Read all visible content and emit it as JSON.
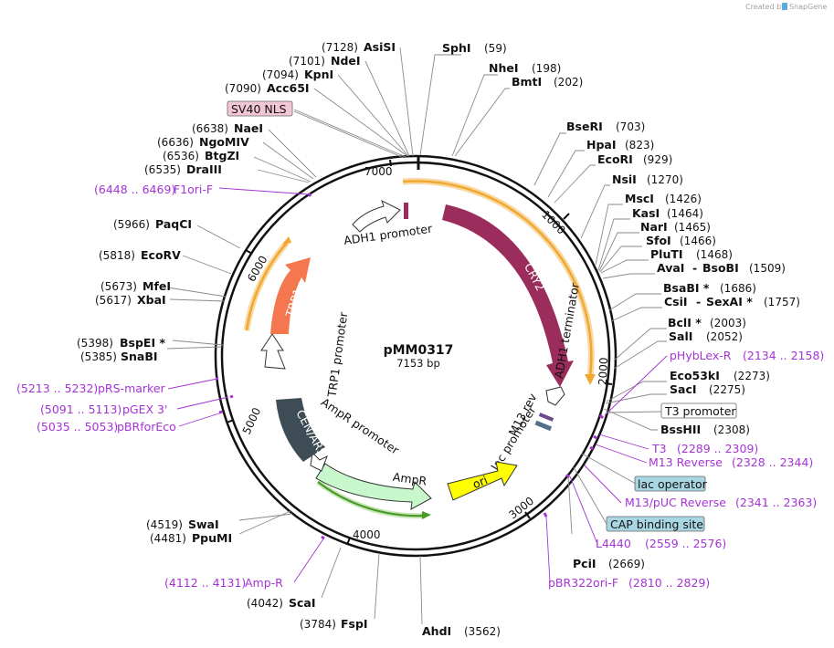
{
  "credit": "Created by",
  "brand": "SnapGene",
  "plasmid": {
    "name": "pMM0317",
    "size": "7153 bp"
  },
  "ticks": [
    "1000",
    "2000",
    "3000",
    "4000",
    "5000",
    "6000",
    "7000"
  ],
  "sites": [
    {
      "name": "SphI",
      "pos": "(59)"
    },
    {
      "name": "NheI",
      "pos": "(198)"
    },
    {
      "name": "BmtI",
      "pos": "(202)"
    },
    {
      "name": "BseRI",
      "pos": "(703)"
    },
    {
      "name": "HpaI",
      "pos": "(823)"
    },
    {
      "name": "EcoRI",
      "pos": "(929)"
    },
    {
      "name": "NsiI",
      "pos": "(1270)"
    },
    {
      "name": "MscI",
      "pos": "(1426)"
    },
    {
      "name": "KasI",
      "pos": "(1464)"
    },
    {
      "name": "NarI",
      "pos": "(1465)"
    },
    {
      "name": "SfoI",
      "pos": "(1466)"
    },
    {
      "name": "PluTI",
      "pos": "(1468)"
    },
    {
      "name": "AvaI",
      "name2": "BsoBI",
      "sep": "-",
      "pos": "(1509)"
    },
    {
      "name": "BsaBI *",
      "pos": "(1686)"
    },
    {
      "name": "CsiI",
      "name2": "SexAI *",
      "sep": "-",
      "pos": "(1757)"
    },
    {
      "name": "BclI *",
      "pos": "(2003)"
    },
    {
      "name": "SalI",
      "pos": "(2052)"
    },
    {
      "name": "Eco53kI",
      "pos": "(2273)"
    },
    {
      "name": "SacI",
      "pos": "(2275)"
    },
    {
      "name": "BssHII",
      "pos": "(2308)"
    },
    {
      "name": "PciI",
      "pos": "(2669)"
    },
    {
      "name": "AhdI",
      "pos": "(3562)"
    },
    {
      "name": "FspI",
      "pos": "(3784)"
    },
    {
      "name": "ScaI",
      "pos": "(4042)"
    },
    {
      "name": "PpuMI",
      "pos": "(4481)"
    },
    {
      "name": "SwaI",
      "pos": "(4519)"
    },
    {
      "name": "SnaBI",
      "pos": "(5385)"
    },
    {
      "name": "BspEI *",
      "pos": "(5398)"
    },
    {
      "name": "XbaI",
      "pos": "(5617)"
    },
    {
      "name": "MfeI",
      "pos": "(5673)"
    },
    {
      "name": "EcoRV",
      "pos": "(5818)"
    },
    {
      "name": "PaqCI",
      "pos": "(5966)"
    },
    {
      "name": "DraIII",
      "pos": "(6535)"
    },
    {
      "name": "BtgZI",
      "pos": "(6536)"
    },
    {
      "name": "NgoMIV",
      "pos": "(6636)"
    },
    {
      "name": "NaeI",
      "pos": "(6638)"
    },
    {
      "name": "Acc65I",
      "pos": "(7090)"
    },
    {
      "name": "KpnI",
      "pos": "(7094)"
    },
    {
      "name": "NdeI",
      "pos": "(7101)"
    },
    {
      "name": "AsiSI",
      "pos": "(7128)"
    }
  ],
  "primers": [
    {
      "name": "pHybLex-R",
      "range": "(2134 .. 2158)"
    },
    {
      "name": "T3",
      "range": "(2289 .. 2309)"
    },
    {
      "name": "M13 Reverse",
      "range": "(2328 .. 2344)"
    },
    {
      "name": "M13/pUC Reverse",
      "range": "(2341 .. 2363)"
    },
    {
      "name": "L4440",
      "range": "(2559 .. 2576)"
    },
    {
      "name": "pBR322ori-F",
      "range": "(2810 .. 2829)"
    },
    {
      "name": "Amp-R",
      "range": "(4112 .. 4131)"
    },
    {
      "name": "pBRforEco",
      "range": "(5035 .. 5053)"
    },
    {
      "name": "pGEX 3'",
      "range": "(5091 .. 5113)"
    },
    {
      "name": "pRS-marker",
      "range": "(5213 .. 5232)"
    },
    {
      "name": "F1ori-F",
      "range": "(6448 .. 6469)"
    }
  ],
  "boxed_features": [
    {
      "name": "SV40 NLS",
      "color": "#f3c6d6"
    },
    {
      "name": "T3 promoter",
      "color": "#ffffff"
    },
    {
      "name": "lac operator",
      "color": "#a9d6e3"
    },
    {
      "name": "CAP binding site",
      "color": "#a9d6e3"
    }
  ],
  "features": [
    {
      "name": "CRY2",
      "color": "#9b2d5d"
    },
    {
      "name": "ADH1 terminator",
      "color": "#ffffff"
    },
    {
      "name": "M13 rev",
      "color": "#ffffff"
    },
    {
      "name": "lac promoter",
      "color": "#ffffff"
    },
    {
      "name": "ori",
      "color": "#ffff00"
    },
    {
      "name": "AmpR",
      "color": "#c9f7cc"
    },
    {
      "name": "AmpR promoter",
      "color": "#ffffff"
    },
    {
      "name": "CEN/ARS",
      "color": "#3e4c55"
    },
    {
      "name": "TRP1 promoter",
      "color": "#ffffff"
    },
    {
      "name": "TRP1",
      "color": "#f5774f"
    },
    {
      "name": "ADH1 promoter",
      "color": "#ffffff"
    }
  ],
  "colors": {
    "primer": "#a533d6",
    "backbone": "#111111",
    "orf_arc": "#f0a830",
    "ampr_arc": "#4a9a2a"
  }
}
